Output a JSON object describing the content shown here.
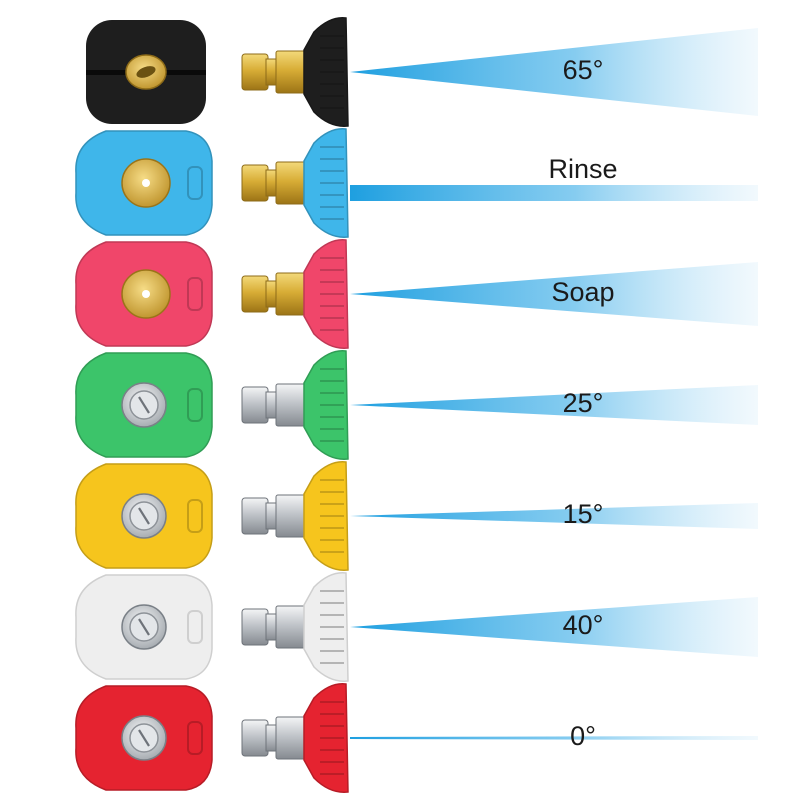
{
  "nozzles": [
    {
      "label": "65°",
      "color": "#1e1e1e",
      "core": "brass",
      "spray": "fan"
    },
    {
      "label": "Rinse",
      "color": "#3fb6ea",
      "core": "brass",
      "spray": "stream"
    },
    {
      "label": "Soap",
      "color": "#f0466a",
      "core": "brass",
      "spray": "fan"
    },
    {
      "label": "25°",
      "color": "#3cc46a",
      "core": "steel",
      "spray": "fan"
    },
    {
      "label": "15°",
      "color": "#f6c51d",
      "core": "steel",
      "spray": "fan"
    },
    {
      "label": "40°",
      "color": "#eeeeee",
      "core": "steel",
      "spray": "fan"
    },
    {
      "label": "0°",
      "color": "#e52330",
      "core": "steel",
      "spray": "line"
    }
  ],
  "colors": {
    "spray": "#1e9fe0",
    "brass": "#d8b449",
    "steel": "#c9cdd2"
  }
}
